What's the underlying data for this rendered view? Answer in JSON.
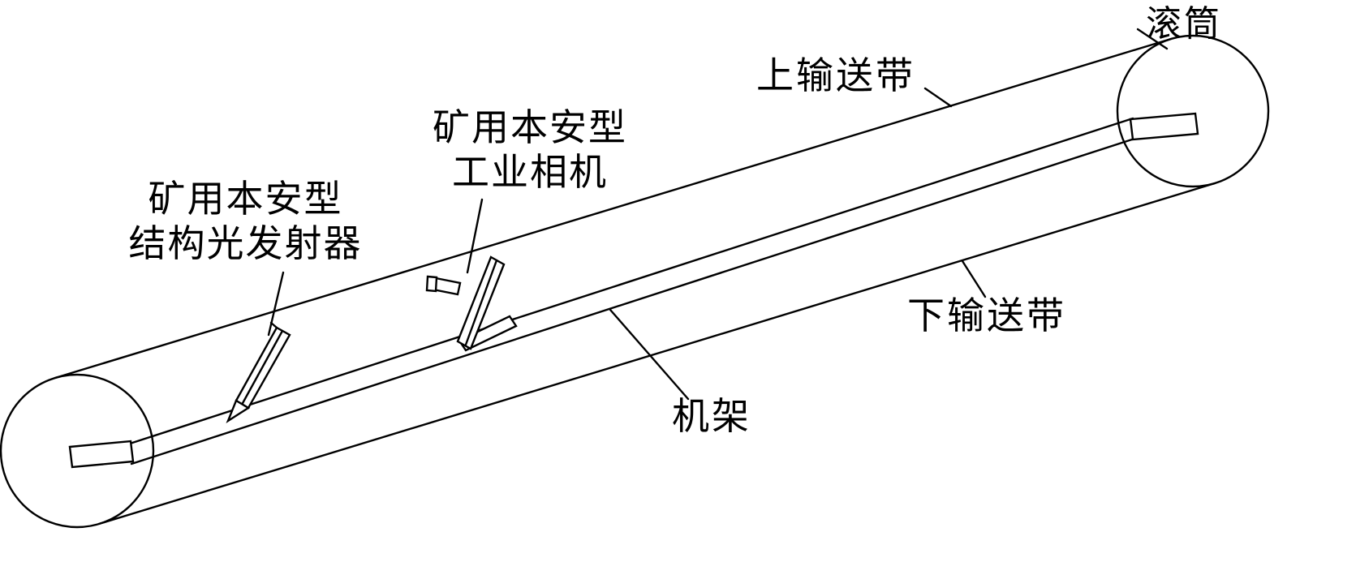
{
  "figure": {
    "background": "#ffffff",
    "ink": "#000000",
    "labels": {
      "roller": "滚筒",
      "upper_belt": "上输送带",
      "camera": {
        "line1": "矿用本安型",
        "line2": "工业相机"
      },
      "emitter": {
        "line1": "矿用本安型",
        "line2": "结构光发射器"
      },
      "lower_belt": "下输送带",
      "frame": "机架"
    }
  }
}
